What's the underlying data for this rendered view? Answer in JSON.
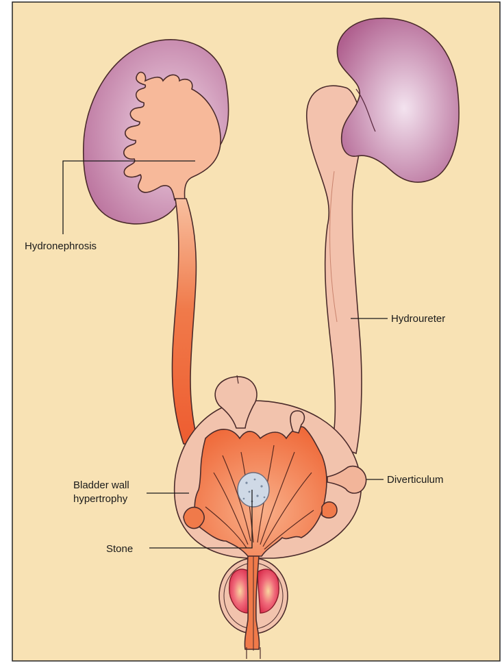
{
  "labels": {
    "hydronephrosis": "Hydronephrosis",
    "hydroureter": "Hydroureter",
    "bladder_wall_line1": "Bladder wall",
    "bladder_wall_line2": "hypertrophy",
    "diverticulum": "Diverticulum",
    "stone": "Stone"
  },
  "colors": {
    "background": "#f8e2b4",
    "kidney": "#b86e9a",
    "kidney_light": "#e7c7dc",
    "pelvis": "#f7b99a",
    "ureter_left": "#f07045",
    "ureter_right": "#f3c2ad",
    "bladder_wall": "#f2c3ad",
    "bladder_lumen": "#f37f4e",
    "prostate": "#e83a5a",
    "stone": "#cfd9e6"
  }
}
